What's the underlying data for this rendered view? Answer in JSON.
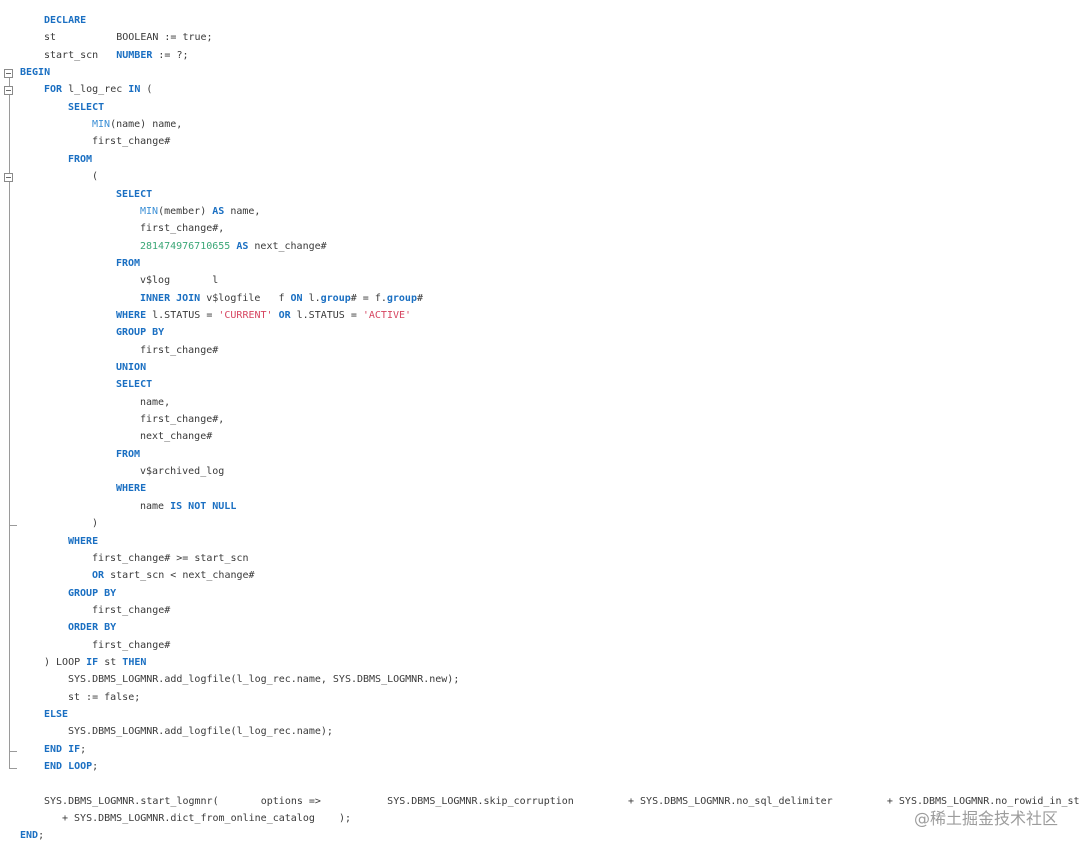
{
  "editor": {
    "lines": [
      [
        {
          "t": "DECLARE",
          "c": "kw"
        }
      ],
      [
        {
          "t": "st          BOOLEAN := true;",
          "c": "id"
        }
      ],
      [
        {
          "t": "start_scn   ",
          "c": "id"
        },
        {
          "t": "NUMBER",
          "c": "kw"
        },
        {
          "t": " := ?;",
          "c": "id"
        }
      ],
      [
        {
          "t": "BEGIN",
          "c": "kw"
        }
      ],
      [
        {
          "t": "FOR",
          "c": "kw"
        },
        {
          "t": " l_log_rec ",
          "c": "id"
        },
        {
          "t": "IN",
          "c": "kw"
        },
        {
          "t": " (",
          "c": "id"
        }
      ],
      [
        {
          "t": "SELECT",
          "c": "kw"
        }
      ],
      [
        {
          "t": "MIN",
          "c": "fn"
        },
        {
          "t": "(name) name,",
          "c": "id"
        }
      ],
      [
        {
          "t": "first_change#",
          "c": "id"
        }
      ],
      [
        {
          "t": "FROM",
          "c": "kw"
        }
      ],
      [
        {
          "t": "(",
          "c": "id"
        }
      ],
      [
        {
          "t": "SELECT",
          "c": "kw"
        }
      ],
      [
        {
          "t": "MIN",
          "c": "fn"
        },
        {
          "t": "(member) ",
          "c": "id"
        },
        {
          "t": "AS",
          "c": "kw"
        },
        {
          "t": " name,",
          "c": "id"
        }
      ],
      [
        {
          "t": "first_change#,",
          "c": "id"
        }
      ],
      [
        {
          "t": "281474976710655",
          "c": "num"
        },
        {
          "t": " ",
          "c": "id"
        },
        {
          "t": "AS",
          "c": "kw"
        },
        {
          "t": " next_change#",
          "c": "id"
        }
      ],
      [
        {
          "t": "FROM",
          "c": "kw"
        }
      ],
      [
        {
          "t": "v$log       l",
          "c": "id"
        }
      ],
      [
        {
          "t": "INNER JOIN",
          "c": "kw"
        },
        {
          "t": " v$logfile   f ",
          "c": "id"
        },
        {
          "t": "ON",
          "c": "kw"
        },
        {
          "t": " l.",
          "c": "id"
        },
        {
          "t": "group",
          "c": "kw"
        },
        {
          "t": "# = f.",
          "c": "id"
        },
        {
          "t": "group",
          "c": "kw"
        },
        {
          "t": "#",
          "c": "id"
        }
      ],
      [
        {
          "t": "WHERE",
          "c": "kw"
        },
        {
          "t": " l.STATUS = ",
          "c": "id"
        },
        {
          "t": "'CURRENT'",
          "c": "str"
        },
        {
          "t": " ",
          "c": "id"
        },
        {
          "t": "OR",
          "c": "kw"
        },
        {
          "t": " l.STATUS = ",
          "c": "id"
        },
        {
          "t": "'ACTIVE'",
          "c": "str"
        }
      ],
      [
        {
          "t": "GROUP BY",
          "c": "kw"
        }
      ],
      [
        {
          "t": "first_change#",
          "c": "id"
        }
      ],
      [
        {
          "t": "UNION",
          "c": "kw"
        }
      ],
      [
        {
          "t": "SELECT",
          "c": "kw"
        }
      ],
      [
        {
          "t": "name,",
          "c": "id"
        }
      ],
      [
        {
          "t": "first_change#,",
          "c": "id"
        }
      ],
      [
        {
          "t": "next_change#",
          "c": "id"
        }
      ],
      [
        {
          "t": "FROM",
          "c": "kw"
        }
      ],
      [
        {
          "t": "v$archived_log",
          "c": "id"
        }
      ],
      [
        {
          "t": "WHERE",
          "c": "kw"
        }
      ],
      [
        {
          "t": "name ",
          "c": "id"
        },
        {
          "t": "IS NOT NULL",
          "c": "kw"
        }
      ],
      [
        {
          "t": ")",
          "c": "id"
        }
      ],
      [
        {
          "t": "WHERE",
          "c": "kw"
        }
      ],
      [
        {
          "t": "first_change# >= start_scn",
          "c": "id"
        }
      ],
      [
        {
          "t": "OR",
          "c": "kw"
        },
        {
          "t": " start_scn < next_change#",
          "c": "id"
        }
      ],
      [
        {
          "t": "GROUP BY",
          "c": "kw"
        }
      ],
      [
        {
          "t": "first_change#",
          "c": "id"
        }
      ],
      [
        {
          "t": "ORDER BY",
          "c": "kw"
        }
      ],
      [
        {
          "t": "first_change#",
          "c": "id"
        }
      ],
      [
        {
          "t": ") LOOP ",
          "c": "id"
        },
        {
          "t": "IF",
          "c": "kw"
        },
        {
          "t": " st ",
          "c": "id"
        },
        {
          "t": "THEN",
          "c": "kw"
        }
      ],
      [
        {
          "t": "SYS.DBMS_LOGMNR.add_logfile(l_log_rec.name, SYS.DBMS_LOGMNR.new);",
          "c": "id"
        }
      ],
      [
        {
          "t": "st := false;",
          "c": "id"
        }
      ],
      [
        {
          "t": "ELSE",
          "c": "kw"
        }
      ],
      [
        {
          "t": "SYS.DBMS_LOGMNR.add_logfile(l_log_rec.name);",
          "c": "id"
        }
      ],
      [
        {
          "t": "END IF",
          "c": "kw"
        },
        {
          "t": ";",
          "c": "id"
        }
      ],
      [
        {
          "t": "END LOOP",
          "c": "kw"
        },
        {
          "t": ";",
          "c": "id"
        }
      ],
      [],
      [
        {
          "t": "SYS.DBMS_LOGMNR.start_logmnr(       options =>           SYS.DBMS_LOGMNR.skip_corruption         + SYS.DBMS_LOGMNR.no_sql_delimiter         + SYS.DBMS_LOGMNR.no_rowid_in_stmt",
          "c": "id"
        }
      ],
      [
        {
          "t": "+ SYS.DBMS_LOGMNR.dict_from_online_catalog    );",
          "c": "id"
        }
      ],
      [
        {
          "t": "END",
          "c": "kw"
        },
        {
          "t": ";",
          "c": "id"
        }
      ]
    ]
  },
  "watermark": "@稀土掘金技术社区",
  "colors": {
    "keyword": "#1a6fc2",
    "function": "#3b8fd6",
    "string": "#d64560",
    "number": "#3aa776",
    "text": "#3a3a3a"
  }
}
